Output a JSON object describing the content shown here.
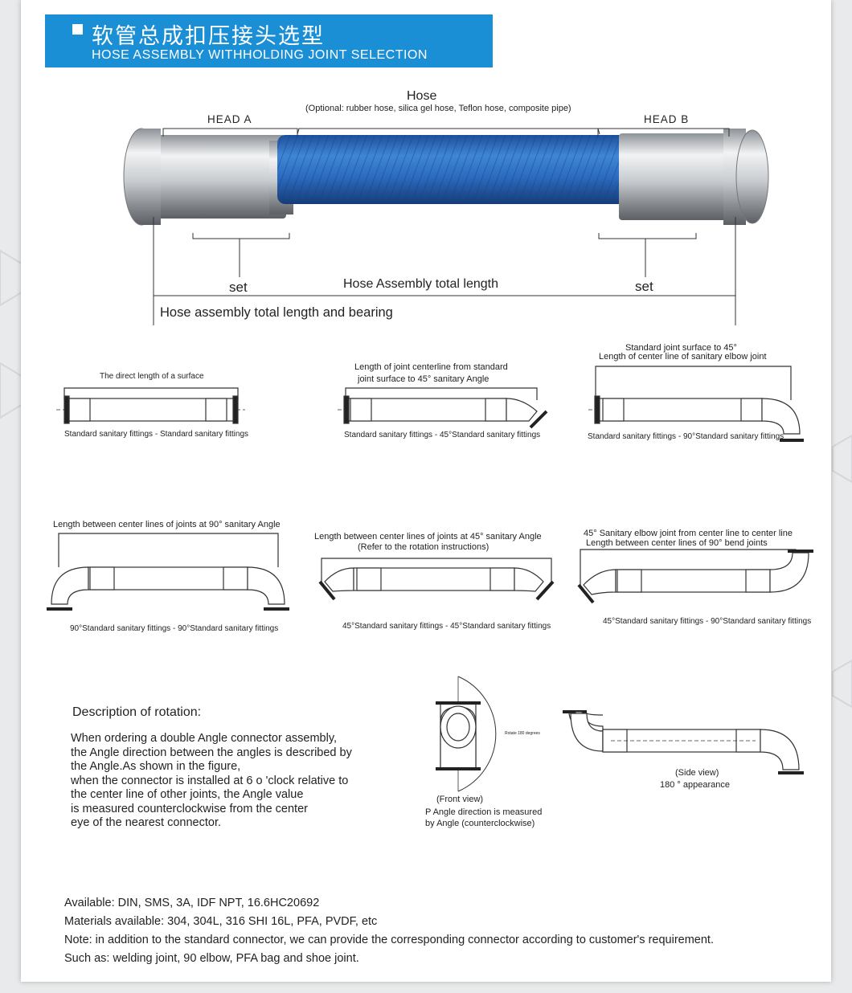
{
  "header": {
    "title_cn": "软管总成扣压接头选型",
    "title_en": "HOSE ASSEMBLY WITHHOLDING JOINT SELECTION"
  },
  "hose_diagram": {
    "hose_label": "Hose",
    "hose_options": "(Optional: rubber hose, silica gel hose, Teflon hose, composite pipe)",
    "head_a": "HEAD  A",
    "head_b": "HEAD   B",
    "set_left": "set",
    "set_right": "set",
    "total_length": "Hose Assembly total length",
    "total_length_bearing": "Hose assembly total length and bearing"
  },
  "fittings": [
    {
      "top": "The direct length of a surface",
      "top2": "",
      "bottom": "Standard sanitary fittings - Standard sanitary fittings"
    },
    {
      "top": "Length of joint centerline from standard",
      "top2": "joint surface to 45° sanitary Angle",
      "bottom": "Standard sanitary fittings - 45°Standard sanitary fittings"
    },
    {
      "top": "Standard joint surface to 45°",
      "top2": "Length of center line of sanitary elbow joint",
      "bottom": "Standard sanitary fittings - 90°Standard sanitary fittings"
    },
    {
      "top": "Length between center lines of joints at 90° sanitary Angle",
      "top2": "",
      "bottom": "90°Standard sanitary fittings - 90°Standard sanitary fittings"
    },
    {
      "top": "Length between center lines of joints at 45° sanitary Angle",
      "top2": "(Refer to the rotation instructions)",
      "bottom": "45°Standard sanitary fittings - 45°Standard sanitary fittings"
    },
    {
      "top": "45° Sanitary elbow joint from center line to center line",
      "top2": "Length between center lines of 90° bend joints",
      "bottom": "45°Standard sanitary fittings - 90°Standard sanitary fittings"
    }
  ],
  "rotation": {
    "title": "Description of rotation:",
    "lines": [
      "When ordering a double Angle connector assembly,",
      "the Angle direction between the angles is described by",
      "the Angle.As shown in the figure,",
      "when the connector is installed at 6 o 'clock relative to",
      "the center line of other joints, the Angle value",
      "is measured counterclockwise from the center",
      "eye of the nearest connector."
    ],
    "rotate_label": "Rotate 180 degrees",
    "front_view": "(Front view)",
    "front_caption1": "P Angle direction is measured",
    "front_caption2": "by Angle (counterclockwise)",
    "side_view": "(Side view)",
    "side_caption": "180 ° appearance"
  },
  "footer": [
    "Available: DIN, SMS, 3A, IDF NPT, 16.6HC20692",
    "Materials available: 304, 304L, 316 SHI 16L, PFA, PVDF, etc",
    "Note: in addition to the standard connector, we can provide the corresponding connector according to customer's requirement.",
    "Such as: welding joint, 90 elbow, PFA bag and shoe joint."
  ],
  "colors": {
    "banner": "#1a8fd6",
    "hose": "#2f6fc2",
    "steel": "#c8ccd0"
  }
}
